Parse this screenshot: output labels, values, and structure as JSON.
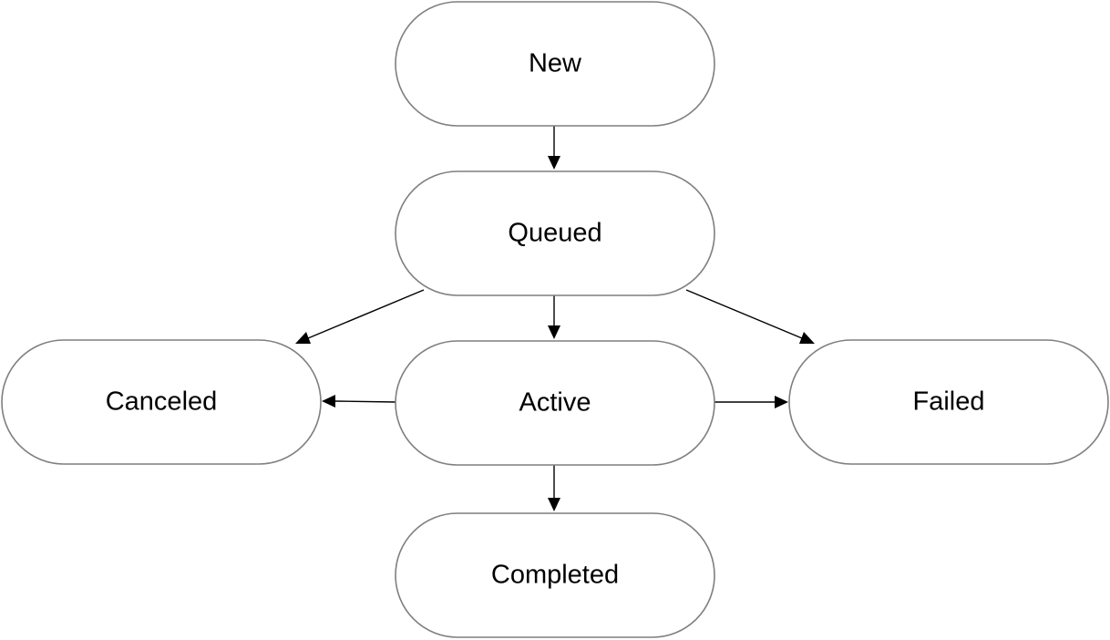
{
  "diagram": {
    "type": "state-diagram",
    "nodes": {
      "new": {
        "label": "New"
      },
      "queued": {
        "label": "Queued"
      },
      "canceled": {
        "label": "Canceled"
      },
      "active": {
        "label": "Active"
      },
      "failed": {
        "label": "Failed"
      },
      "completed": {
        "label": "Completed"
      }
    },
    "edges": [
      {
        "from": "new",
        "to": "queued"
      },
      {
        "from": "queued",
        "to": "canceled"
      },
      {
        "from": "queued",
        "to": "active"
      },
      {
        "from": "queued",
        "to": "failed"
      },
      {
        "from": "active",
        "to": "canceled"
      },
      {
        "from": "active",
        "to": "failed"
      },
      {
        "from": "active",
        "to": "completed"
      }
    ],
    "colors": {
      "node_border": "#7f7f7f",
      "node_fill": "#ffffff",
      "edge": "#000000",
      "text": "#000000"
    }
  }
}
